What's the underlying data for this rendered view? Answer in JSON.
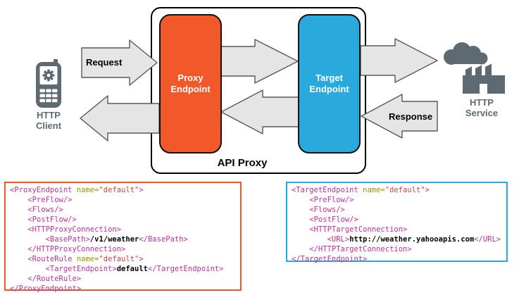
{
  "colors": {
    "proxy_orange": "#F1592B",
    "target_blue": "#29A9DC",
    "icon_gray": "#5E6A71",
    "arrow_fill": "#E5E5E5",
    "arrow_stroke": "#58595B",
    "code_tag": "#C12F9C",
    "code_attr": "#999400",
    "code_attr_value": "#CC4444",
    "code_text": "#000000"
  },
  "diagram": {
    "api_proxy_label": "API Proxy",
    "proxy_endpoint_label": "Proxy\nEndpoint",
    "target_endpoint_label": "Target\nEndpoint",
    "request_label": "Request",
    "response_label": "Response",
    "http_client_label": "HTTP\nClient",
    "http_service_label": "HTTP\nService",
    "icons": {
      "client": "mobile-phone-icon",
      "service": "cloud-factory-icon"
    },
    "arrows": [
      "client-to-proxy-request",
      "proxy-to-target-forward",
      "target-to-service-forward",
      "service-to-target-response",
      "target-to-proxy-return",
      "proxy-to-client-return"
    ]
  },
  "proxy_code": {
    "lines": [
      [
        [
          "tag",
          "<ProxyEndpoint "
        ],
        [
          "attr",
          "name="
        ],
        [
          "val",
          "\"default\""
        ],
        [
          "tag",
          ">"
        ]
      ],
      [
        [
          "tag",
          "    <PreFlow/>"
        ]
      ],
      [
        [
          "tag",
          "    <Flows/>"
        ]
      ],
      [
        [
          "tag",
          "    <PostFlow/>"
        ]
      ],
      [
        [
          "tag",
          "    <HTTPProxyConnection>"
        ]
      ],
      [
        [
          "tag",
          "        <BasePath>"
        ],
        [
          "txt",
          "/v1/weather"
        ],
        [
          "tag",
          "</BasePath>"
        ]
      ],
      [
        [
          "tag",
          "    </HTTPProxyConnection>"
        ]
      ],
      [
        [
          "tag",
          "    <RouteRule "
        ],
        [
          "attr",
          "name="
        ],
        [
          "val",
          "\"default\""
        ],
        [
          "tag",
          ">"
        ]
      ],
      [
        [
          "tag",
          "        <TargetEndpoint>"
        ],
        [
          "txt",
          "default"
        ],
        [
          "tag",
          "</TargetEndpoint>"
        ]
      ],
      [
        [
          "tag",
          "    </RouteRule>"
        ]
      ],
      [
        [
          "tag",
          "</ProxyEndpoint>"
        ]
      ]
    ]
  },
  "target_code": {
    "lines": [
      [
        [
          "tag",
          "<TargetEndpoint "
        ],
        [
          "attr",
          "name="
        ],
        [
          "val",
          "\"default\""
        ],
        [
          "tag",
          ">"
        ]
      ],
      [
        [
          "tag",
          "    <PreFlow/>"
        ]
      ],
      [
        [
          "tag",
          "    <Flows/>"
        ]
      ],
      [
        [
          "tag",
          "    <PostFlow/>"
        ]
      ],
      [
        [
          "tag",
          "    <HTTPTargetConnection>"
        ]
      ],
      [
        [
          "tag",
          "        <URL>"
        ],
        [
          "txt",
          "http://weather.yahooapis.com"
        ],
        [
          "tag",
          "</URL>"
        ]
      ],
      [
        [
          "tag",
          "    </HTTPTargetConnection>"
        ]
      ],
      [
        [
          "tag",
          "</TargetEndpoint>"
        ]
      ]
    ]
  }
}
